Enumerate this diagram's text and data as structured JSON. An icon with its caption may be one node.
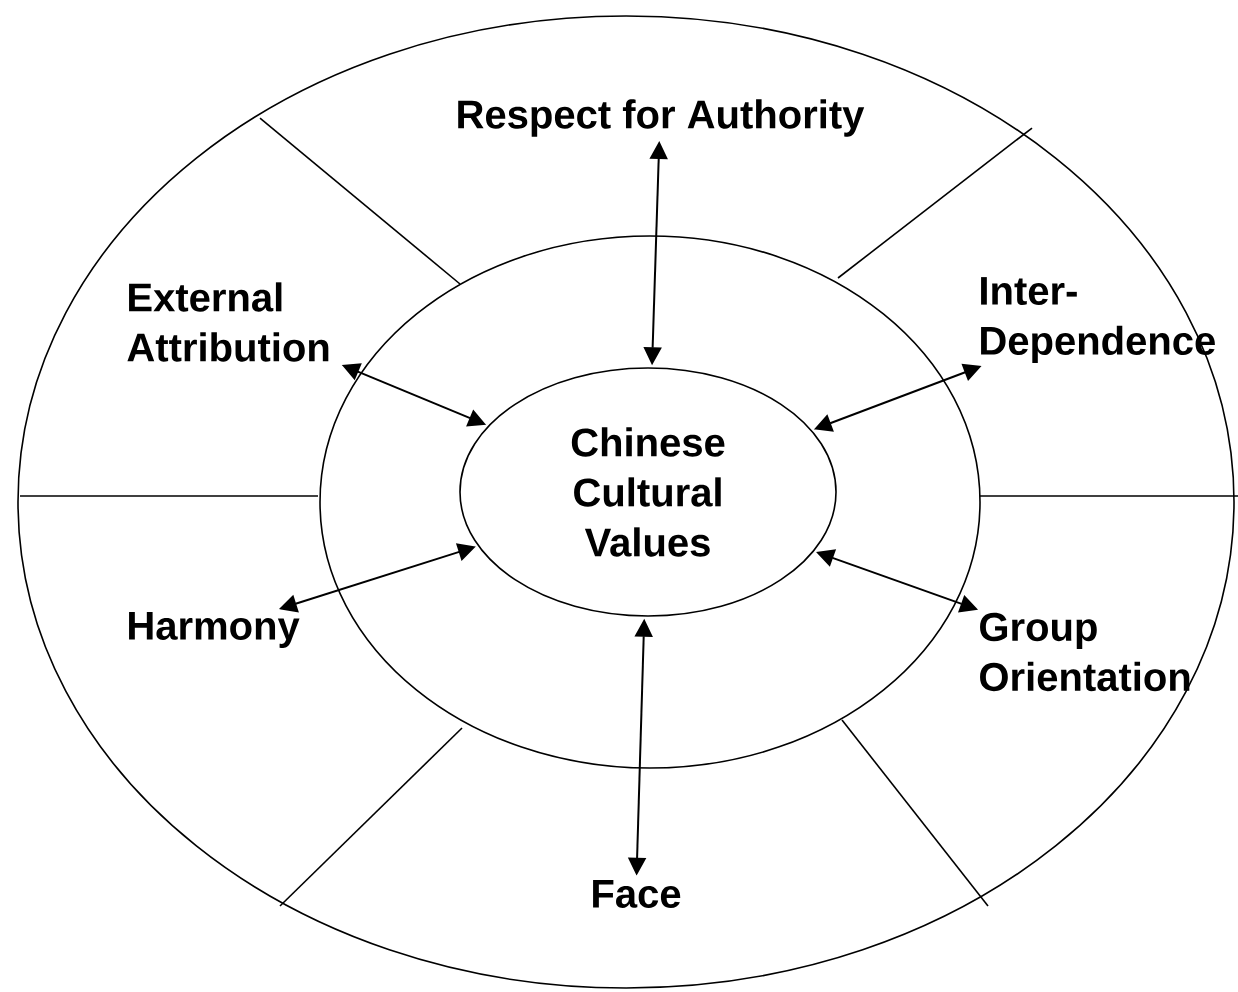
{
  "diagram": {
    "nodes": [
      {
        "text": [
          "Respect for Authority"
        ]
      },
      {
        "text": [
          "External Attribution"
        ]
      },
      {
        "text": [
          "Inter- Dependence"
        ]
      },
      {
        "text": [
          "Chinese Cultural Values"
        ]
      },
      {
        "text": [
          "Harmony"
        ]
      },
      {
        "text": [
          "Group Orientation"
        ]
      },
      {
        "text": [
          "Face"
        ]
      }
    ],
    "edges": [
      {
        "from": 3,
        "to": 0,
        "arrow": "both"
      },
      {
        "from": 3,
        "to": 1,
        "arrow": "both"
      },
      {
        "from": 3,
        "to": 2,
        "arrow": "both"
      },
      {
        "from": 3,
        "to": 4,
        "arrow": "both"
      },
      {
        "from": 3,
        "to": 5,
        "arrow": "both"
      },
      {
        "from": 3,
        "to": 6,
        "arrow": "both"
      }
    ]
  }
}
